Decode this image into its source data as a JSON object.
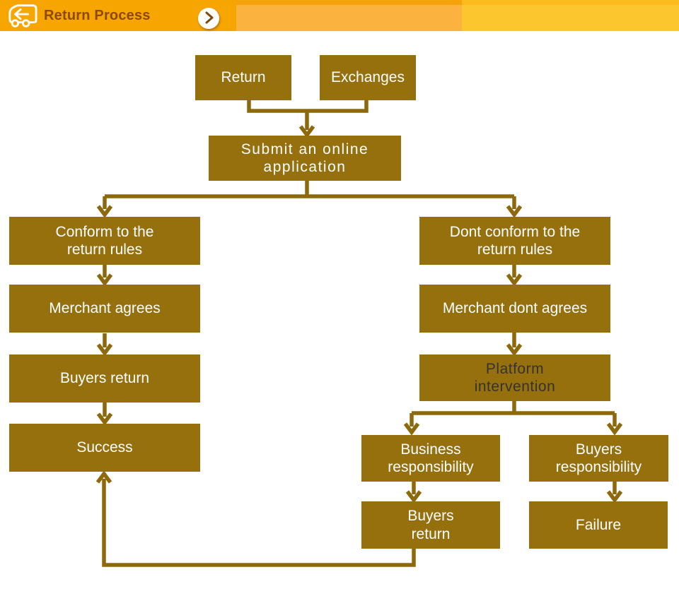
{
  "header": {
    "title": "Return Process",
    "icons": {
      "truck": "return-truck-icon",
      "nav": "chevron-right-icon"
    },
    "colors": {
      "segment_left": "#F7A500",
      "segment_middle": "#FBB23F",
      "segment_middle_top": "#F4A30A",
      "segment_right": "#FCC72E",
      "title": "#8B4A0B"
    }
  },
  "flowchart": {
    "colors": {
      "box_fill": "#97700E",
      "box_text": "#FFFFFF",
      "platform_text": "#333333",
      "connector": "#8E690C",
      "background": "#FFFFFF"
    },
    "nodes": {
      "return": {
        "label": "Return"
      },
      "exchanges": {
        "label": "Exchanges"
      },
      "submit_application": {
        "label": "Submit an online\napplication"
      },
      "conform_rules": {
        "label": "Conform to the\nreturn rules"
      },
      "dont_conform_rules": {
        "label": "Dont conform to the\nreturn rules"
      },
      "merchant_agrees": {
        "label": "Merchant agrees"
      },
      "merchant_dont_agrees": {
        "label": "Merchant dont agrees"
      },
      "buyers_return_left": {
        "label": "Buyers return"
      },
      "platform_intervention": {
        "label": "Platform\nintervention"
      },
      "success": {
        "label": "Success"
      },
      "business_responsibility": {
        "label": "Business\nresponsibility"
      },
      "buyers_responsibility": {
        "label": "Buyers\nresponsibility"
      },
      "buyers_return_right": {
        "label": "Buyers\nreturn"
      },
      "failure": {
        "label": "Failure"
      }
    }
  }
}
